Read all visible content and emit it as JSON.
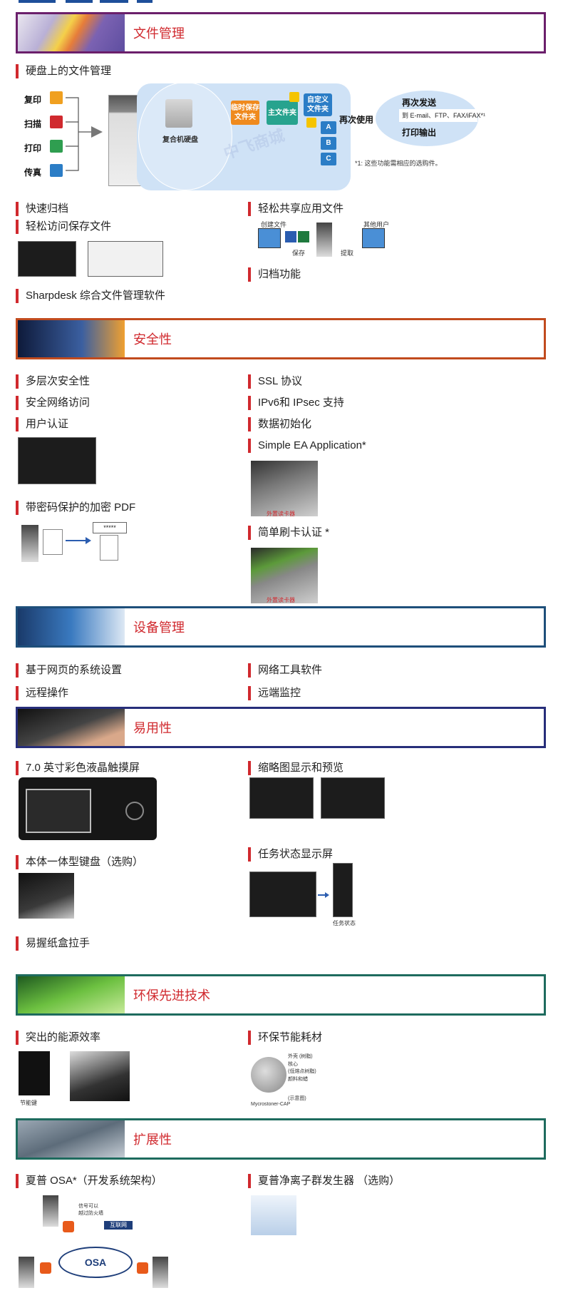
{
  "sections": [
    {
      "title": "文件管理",
      "color": "#6b1f6b"
    },
    {
      "title": "安全性",
      "color": "#c14b1e"
    },
    {
      "title": "设备管理",
      "color": "#1e4f7a"
    },
    {
      "title": "易用性",
      "color": "#272e7a"
    },
    {
      "title": "环保先进技术",
      "color": "#1e6b5e"
    },
    {
      "title": "扩展性",
      "color": "#1e6b5e"
    }
  ],
  "file_mgmt": {
    "hdd_title": "硬盘上的文件管理",
    "inputs": [
      "复印",
      "扫描",
      "打印",
      "传真"
    ],
    "hdd_label": "复合机硬盘",
    "temp_folder": "临时保存\n文件夹",
    "main_folder": "主文件夹",
    "custom_folder": "自定义\n文件夹",
    "abc": [
      "A",
      "B",
      "C"
    ],
    "reuse": "再次使用",
    "resend": "再次发送",
    "resend_to": "到 E-mail、FTP、FAX/iFAX*¹",
    "reprint": "打印输出",
    "footnote": "*1: 这些功能需相应的选购件。",
    "items_left": [
      "快速归档",
      "轻松访问保存文件",
      "Sharpdesk 综合文件管理软件"
    ],
    "items_right": [
      "轻松共享应用文件",
      "归档功能"
    ],
    "share_caps": [
      "创建文件",
      "保存",
      "提取",
      "其他用户"
    ],
    "watermark": "中飞商城"
  },
  "security": {
    "left": [
      "多层次安全性",
      "安全网络访问",
      "用户认证",
      "带密码保护的加密 PDF"
    ],
    "right": [
      "SSL 协议",
      "IPv6和 IPsec 支持",
      "数据初始化",
      "Simple EA Application*",
      "简单刷卡认证 *"
    ],
    "card_reader": "外置读卡器",
    "password": "*****"
  },
  "device": {
    "left": [
      "基于网页的系统设置",
      "远程操作"
    ],
    "right": [
      "网络工具软件",
      "远端监控"
    ]
  },
  "usability": {
    "left": [
      "7.0 英寸彩色液晶触摸屏",
      "本体一体型键盘（选购）",
      "易握纸盒拉手"
    ],
    "right": [
      "缩略图显示和预览",
      "任务状态显示屏"
    ],
    "task_status": "任务状态"
  },
  "eco": {
    "left": [
      "突出的能源效率"
    ],
    "right": [
      "环保节能耗材"
    ],
    "power_key": "节能键",
    "toner_caps": [
      "外壳 (树脂)",
      "核心\n(低熔点树脂)",
      "颜料和蜡",
      "(示意图)",
      "Mycrostoner-CAP"
    ]
  },
  "expand": {
    "left": [
      "夏普 OSA*（开发系统架构）"
    ],
    "right": [
      "夏普净离子群发生器 （选购）"
    ],
    "osa": "OSA",
    "internet": "互联网",
    "note": "信号可以\n越过防火墙"
  }
}
